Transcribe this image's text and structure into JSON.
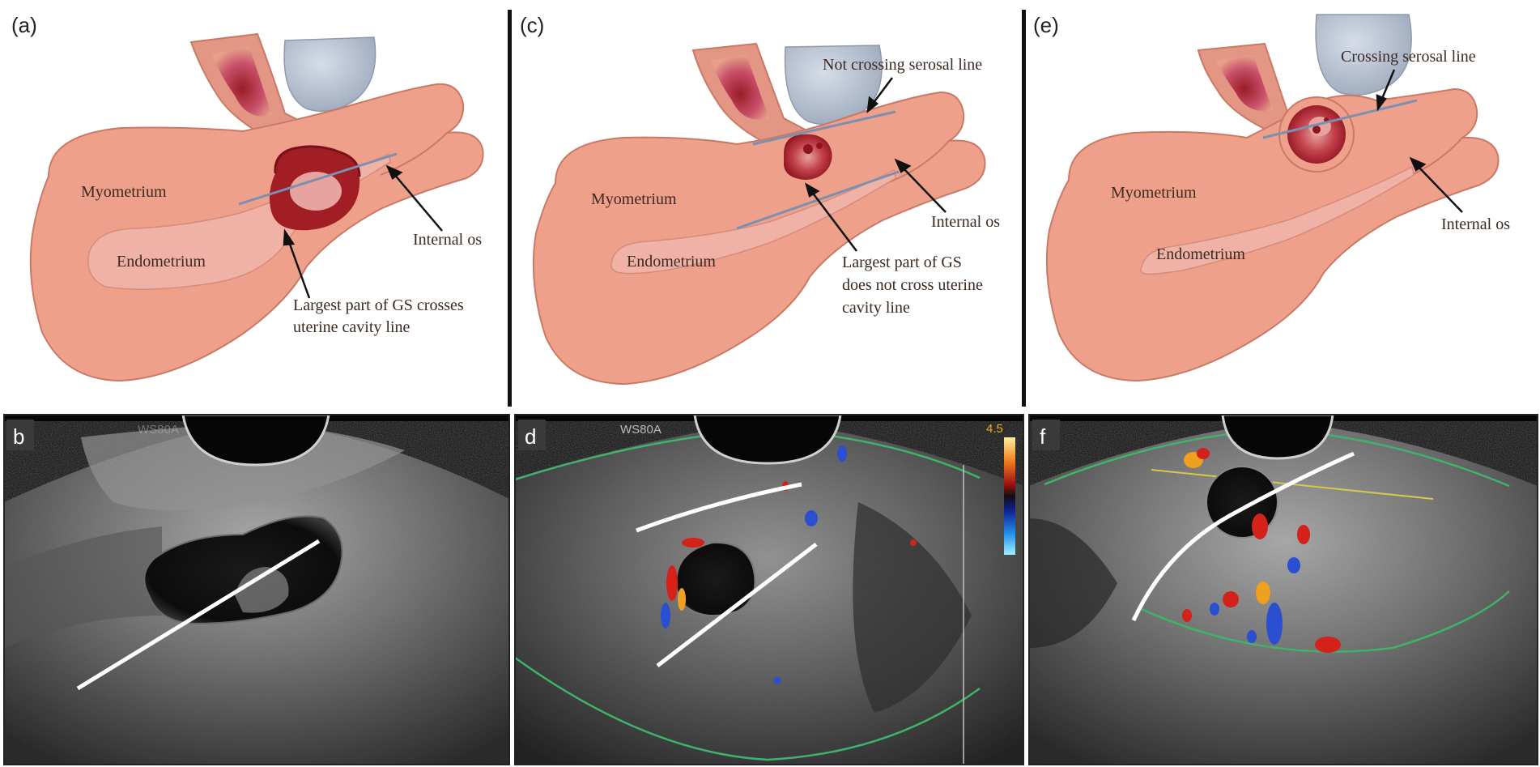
{
  "panels": {
    "a": {
      "letter": "(a)",
      "myometrium": "Myometrium",
      "endometrium": "Endometrium",
      "internal_os": "Internal os",
      "gs_line1": "Largest part of GS crosses",
      "gs_line2": "uterine cavity line"
    },
    "c": {
      "letter": "(c)",
      "serosal": "Not crossing serosal line",
      "myometrium": "Myometrium",
      "endometrium": "Endometrium",
      "internal_os": "Internal os",
      "gs_line1": "Largest part of GS",
      "gs_line2": "does not cross uterine",
      "gs_line3": "cavity line"
    },
    "e": {
      "letter": "(e)",
      "serosal": "Crossing serosal line",
      "myometrium": "Myometrium",
      "endometrium": "Endometrium",
      "internal_os": "Internal os"
    },
    "b": {
      "letter": "b",
      "device_tag": "WS80A"
    },
    "d": {
      "letter": "d",
      "device_tag": "WS80A",
      "scale_top": "4.5"
    },
    "f": {
      "letter": "f"
    }
  },
  "colors": {
    "uterus": "#efa08a",
    "uterus_edge": "#c97a66",
    "endometrium": "#f0b2a6",
    "bladder": "#b9c3d2",
    "cervix_wall": "#e5927c",
    "gestational_sac": "#a01e24",
    "cavity_line": "#7d8fb0",
    "ultrasound_bg": "#060606",
    "ultrasound_tissue": "#8a8a8a",
    "doppler_red": "#d2221a",
    "doppler_blue": "#2a4fd0",
    "marker_line": "#ffffff",
    "sector_outline": "#3fb36a"
  }
}
